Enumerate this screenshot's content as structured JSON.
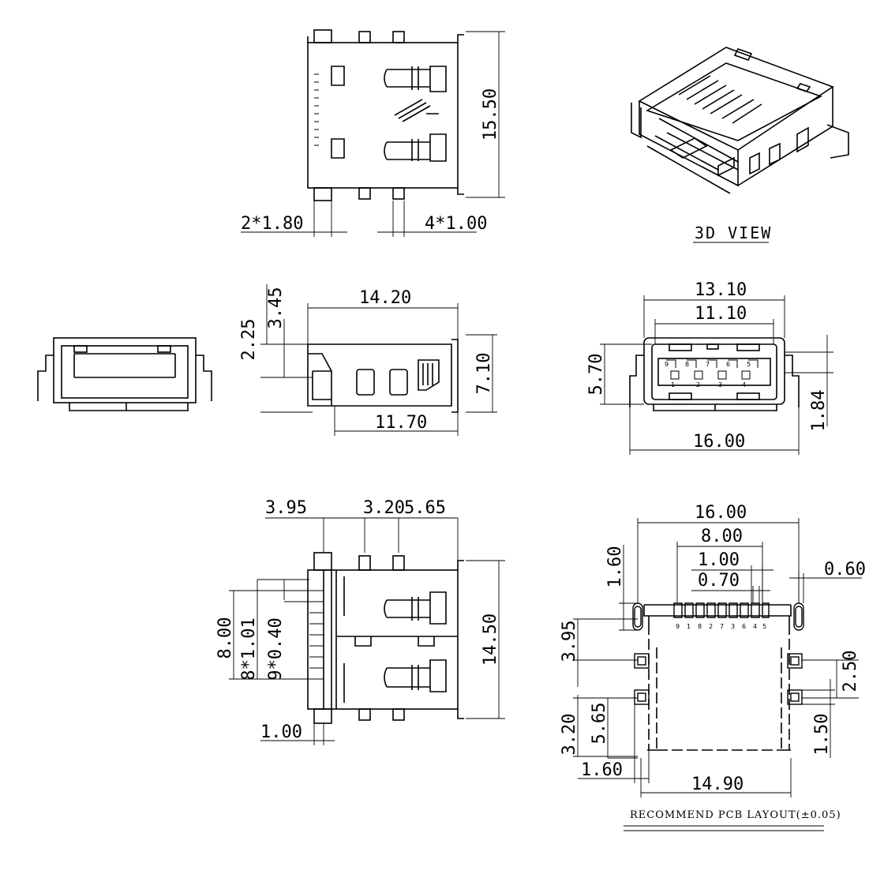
{
  "views": {
    "top": {
      "dims": {
        "height": "15.50",
        "pin_pitch_a": "2*1.80",
        "pin_pitch_b": "4*1.00"
      }
    },
    "iso": {
      "label": "3D VIEW"
    },
    "side": {
      "dims": {
        "length": "14.20",
        "h1": "3.45",
        "h2": "2.25",
        "height": "7.10",
        "base": "11.70"
      }
    },
    "front": {
      "dims": {
        "outer": "13.10",
        "inner": "11.10",
        "height": "5.70",
        "offset": "1.84",
        "total": "16.00"
      },
      "pin_numbers_top": [
        "9",
        "8",
        "7",
        "6",
        "5"
      ],
      "pin_numbers_bottom": [
        "1",
        "2",
        "3",
        "4"
      ]
    },
    "bottom": {
      "dims": {
        "a": "3.95",
        "b": "3.20",
        "c": "5.65",
        "height": "14.50",
        "span": "8.00",
        "pitch_a": "8*1.01",
        "pitch_b": "9*0.40",
        "pin_w": "1.00"
      }
    },
    "pcb": {
      "dims": {
        "total": "16.00",
        "span": "8.00",
        "pitch": "1.00",
        "pad": "0.70",
        "edge": "0.60",
        "pad_h": "1.60",
        "d1": "3.95",
        "d2": "2.50",
        "d3": "3.20",
        "d4": "5.65",
        "d5": "1.50",
        "d6": "1.60",
        "width": "14.90"
      },
      "pin_order": [
        "9",
        "1",
        "8",
        "2",
        "7",
        "3",
        "6",
        "4",
        "5"
      ],
      "caption": "RECOMMEND PCB LAYOUT(±0.05)"
    }
  }
}
